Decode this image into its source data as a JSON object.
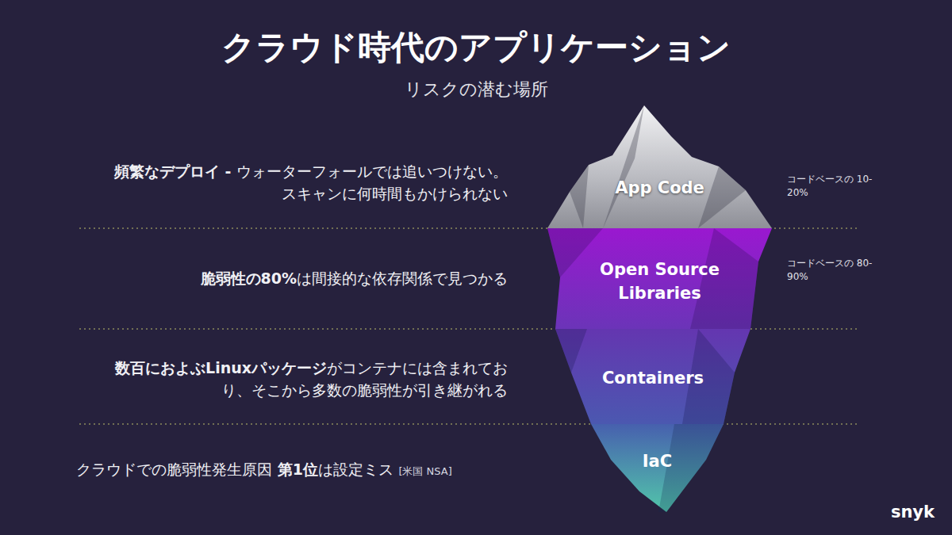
{
  "diagram": {
    "title": "クラウド時代のアプリケーション",
    "nodes": [
      {
        "text": [
          "App Code"
        ]
      },
      {
        "text": [
          "Open Source Libraries"
        ]
      },
      {
        "text": [
          "Containers"
        ]
      },
      {
        "text": [
          "IaC"
        ]
      }
    ],
    "labels": [
      "リスクの潜む場所",
      "頻繁なデプロイ -",
      "ウォーターフォールでは追いつけない。スキャンに何時間もかけられない",
      "コードベースの 10-20%",
      "脆弱性の80%",
      "は間接的な依存関係で見つかる",
      "コードベースの 80-90%",
      "数百におよぶLinuxパッケージ",
      "がコンテナには含まれており、そこから多数の脆弱性が引き継がれる",
      "クラウドでの脆弱性発生原因",
      "第1位",
      "は設定ミス",
      "[米国 NSA]",
      "snyk"
    ]
  }
}
